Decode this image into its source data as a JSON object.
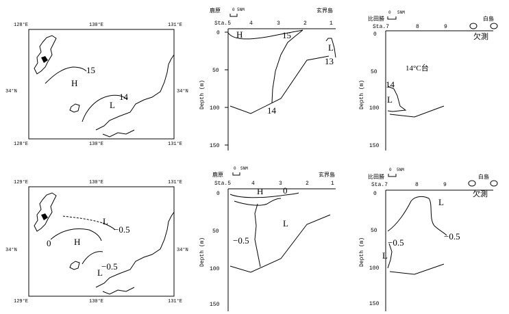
{
  "top": {
    "map": {
      "lat_labels": {
        "left": "34°N",
        "right": "34°N"
      },
      "lon_top": [
        "128°E",
        "130°E",
        "131°E"
      ],
      "lon_bottom": [
        "128°E",
        "130°E",
        "131°E"
      ],
      "contour_labels": {
        "c15": "15",
        "c14": "14"
      },
      "region_labels": {
        "high": "H",
        "low": "L"
      }
    },
    "section1": {
      "scale": {
        "zero": "0",
        "dist": "5NM"
      },
      "place_left": "鹿原",
      "place_right": "玄界島",
      "station_prefix": "Sta.5",
      "stations": [
        "4",
        "3",
        "2",
        "1"
      ],
      "y_ticks": [
        "0",
        "50",
        "100",
        "150"
      ],
      "ylabel": "Depth (m)",
      "labels": {
        "high": "H",
        "c15": "15",
        "low": "L",
        "c13": "13",
        "c14": "14"
      }
    },
    "section2": {
      "scale": {
        "zero": "0",
        "dist": "5NM"
      },
      "place_left": "比田勝",
      "place_right": "白島",
      "station_prefix": "Sta.7",
      "stations": [
        "8",
        "9"
      ],
      "missing": "欠測",
      "y_ticks": [
        "0",
        "50",
        "100",
        "150"
      ],
      "ylabel": "Depth (m)",
      "labels": {
        "note": "14°C台",
        "c14": "14",
        "low": "L"
      }
    }
  },
  "bottom": {
    "map": {
      "lat_labels": {
        "left": "34°N",
        "right": "34°N"
      },
      "lon_top": [
        "129°E",
        "130°E",
        "131°E"
      ],
      "lon_bottom": [
        "129°E",
        "130°E",
        "131°E"
      ],
      "contour_labels": {
        "zero": "0",
        "neg_top": "−0.5",
        "neg_bottom": "−0.5"
      },
      "region_labels": {
        "high": "H",
        "low_top": "L",
        "low_bottom": "L"
      }
    },
    "section1": {
      "scale": {
        "zero": "0",
        "dist": "5NM"
      },
      "place_left": "鹿原",
      "place_right": "玄界島",
      "station_prefix": "Sta.5",
      "stations": [
        "4",
        "3",
        "2",
        "1"
      ],
      "y_ticks": [
        "0",
        "50",
        "100",
        "150"
      ],
      "ylabel": "Depth (m)",
      "labels": {
        "high": "H",
        "zero": "0",
        "low": "L",
        "neg": "−0.5"
      }
    },
    "section2": {
      "scale": {
        "zero": "0",
        "dist": "5NM"
      },
      "place_left": "比田勝",
      "place_right": "白島",
      "station_prefix": "Sta.7",
      "stations": [
        "8",
        "9"
      ],
      "missing": "欠測",
      "y_ticks": [
        "0",
        "50",
        "100",
        "150"
      ],
      "ylabel": "Depth (m)",
      "labels": {
        "low_top": "L",
        "neg_right": "−0.5",
        "neg_left": "−0.5",
        "low_bottom": "L"
      }
    }
  }
}
